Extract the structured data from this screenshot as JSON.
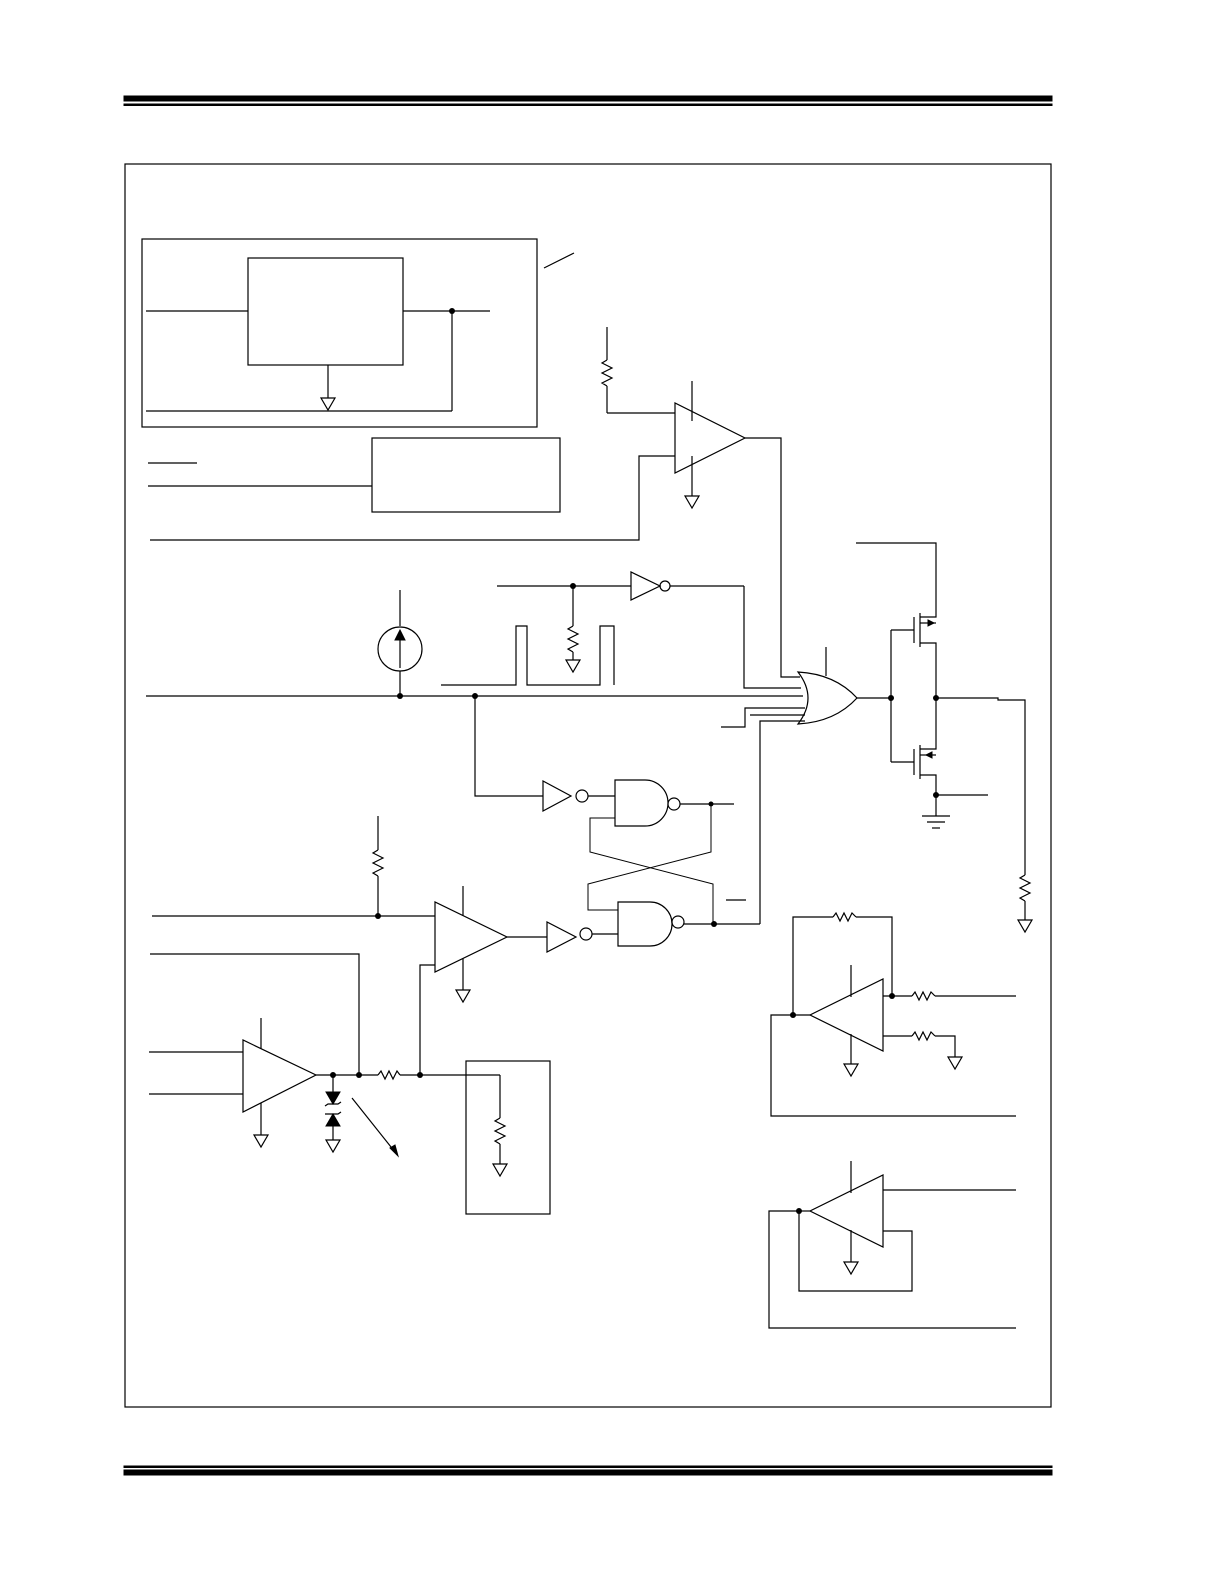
{
  "page": {
    "header_rule": "double-rule",
    "footer_rule": "double-rule"
  },
  "figure": {
    "type": "block-diagram",
    "text_labels": []
  },
  "colors": {
    "ink": "#000000",
    "paper": "#ffffff"
  }
}
